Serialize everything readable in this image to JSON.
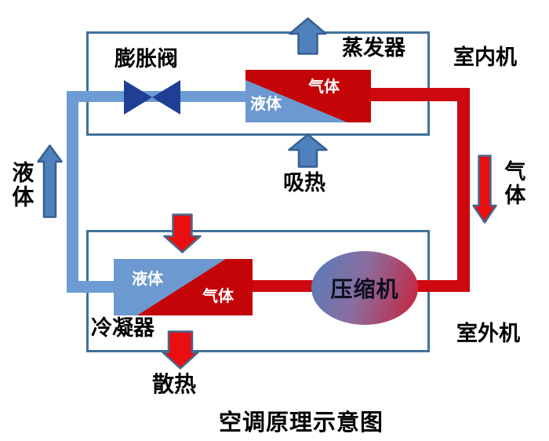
{
  "title": "空调原理示意图",
  "labels": {
    "expansion_valve": "膨胀阀",
    "evaporator": "蒸发器",
    "indoor_unit": "室内机",
    "heat_absorb": "吸热",
    "liquid_left_pipe": "液体",
    "gas_right_pipe": "气体",
    "evaporator_gas": "气体",
    "evaporator_liquid": "液体",
    "condenser_liquid": "液体",
    "condenser_gas": "气体",
    "condenser": "冷凝器",
    "compressor": "压缩机",
    "outdoor_unit": "室外机",
    "heat_release": "散热"
  },
  "colors": {
    "pipe_blue": "#6D9BD3",
    "pipe_red": "#CE0810",
    "arrow_blue_fill": "#4F81BD",
    "arrow_blue_border": "#365F91",
    "arrow_red_fill": "#E90E10",
    "arrow_red_border": "#44688F",
    "valve_navy": "#1F3F94",
    "box_border": "#41719C",
    "evaporator_red": "#C50408",
    "condenser_blue": "#6C99CF"
  },
  "icons": [
    "expansion-valve-icon",
    "up-arrow-icon",
    "down-arrow-icon"
  ]
}
